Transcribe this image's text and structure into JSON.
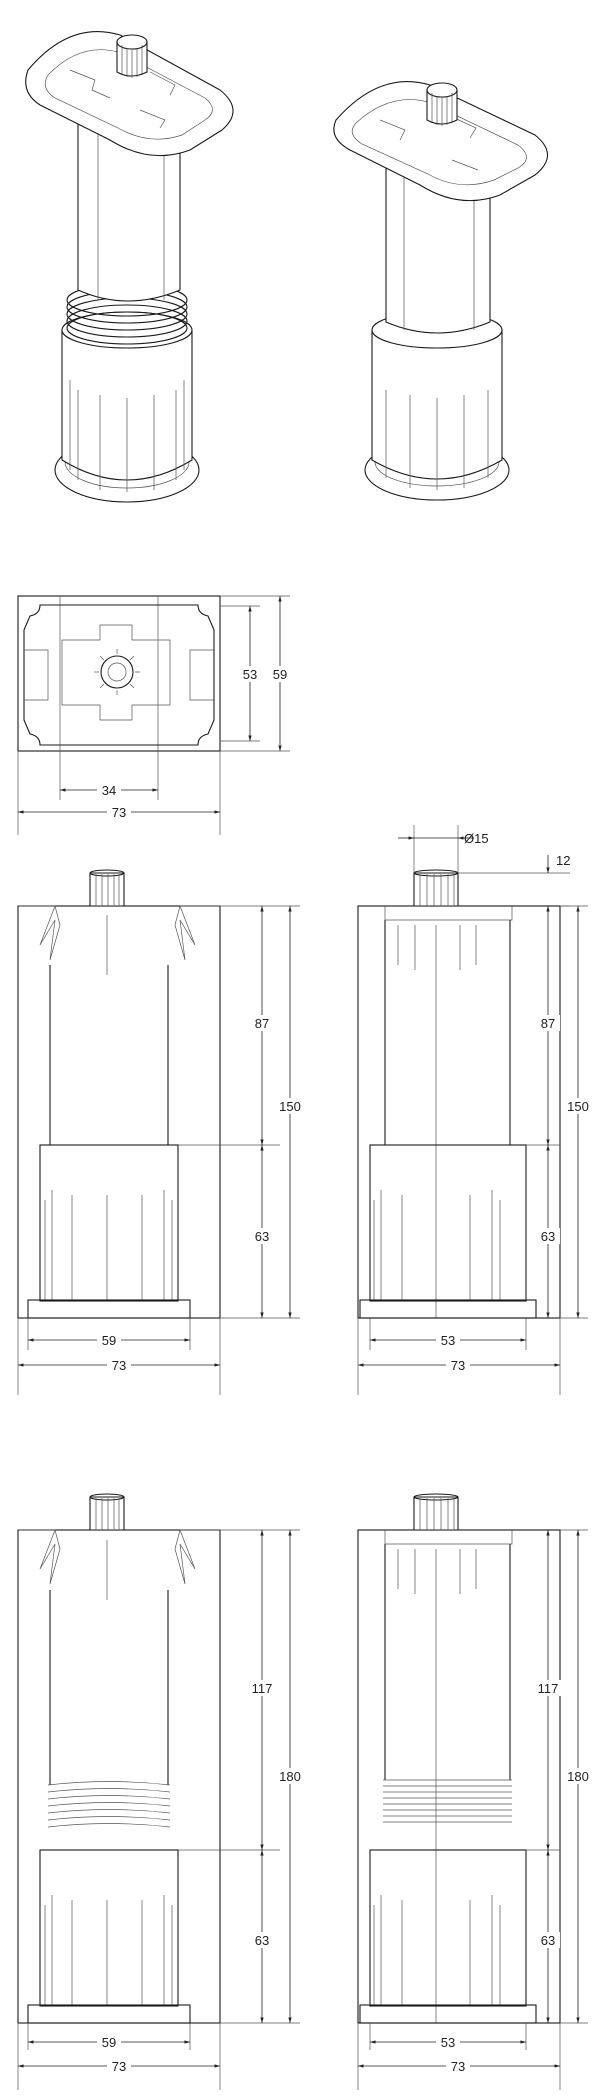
{
  "labels": {
    "top_height": "53",
    "top_depth": "59",
    "top_inner_width": "34",
    "top_width": "73",
    "diameter": "Ø15",
    "knob_height": "12",
    "s1_upper": "87",
    "s1_total": "150",
    "s1_lower": "63",
    "s1_base_a": "59",
    "s1_base_b": "53",
    "width_73": "73",
    "s2_upper": "117",
    "s2_total": "180",
    "s2_lower": "63"
  },
  "colors": {
    "line": "#1a1a1a",
    "background": "#ffffff"
  }
}
